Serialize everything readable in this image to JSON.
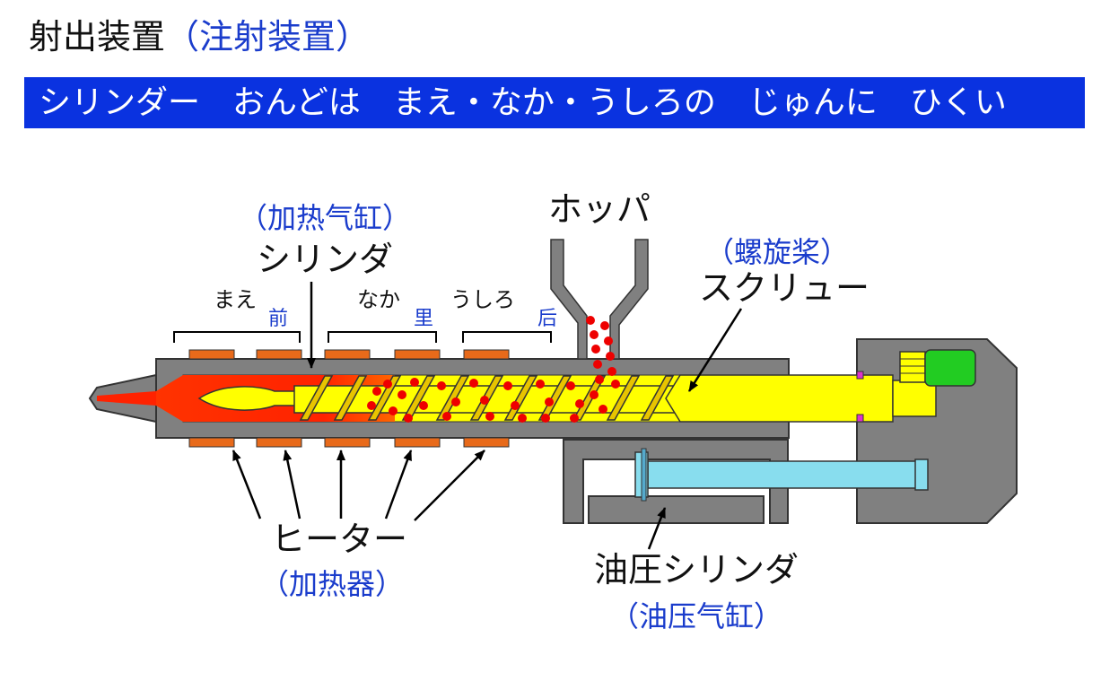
{
  "title": {
    "main": "射出装置",
    "sub": "（注射装置）"
  },
  "banner": "シリンダー　おんどは　まえ・なか・うしろの　じゅんに　ひくい",
  "labels": {
    "cylinder_cn": "（加热气缸）",
    "cylinder_jp": "シリンダ",
    "front_jp": "まえ",
    "front_cn": "前",
    "middle_jp": "なか",
    "middle_cn": "里",
    "rear_jp": "うしろ",
    "rear_cn": "后",
    "hopper": "ホッパ",
    "screw_cn": "（螺旋桨）",
    "screw_jp": "スクリュー",
    "heater_jp": "ヒーター",
    "heater_cn": "（加热器）",
    "hydraulic_jp": "油圧シリンダ",
    "hydraulic_cn": "（油压气缸）"
  },
  "colors": {
    "banner": "#0a32e0",
    "chinese_text": "#1a3ccc",
    "barrel": "#808080",
    "melt": "#ff2200",
    "screw": "#ffff00",
    "heater": "#e86a1a",
    "pellet": "#ee0000",
    "hydraulic": "#88ddee",
    "motor": "#22cc22"
  }
}
